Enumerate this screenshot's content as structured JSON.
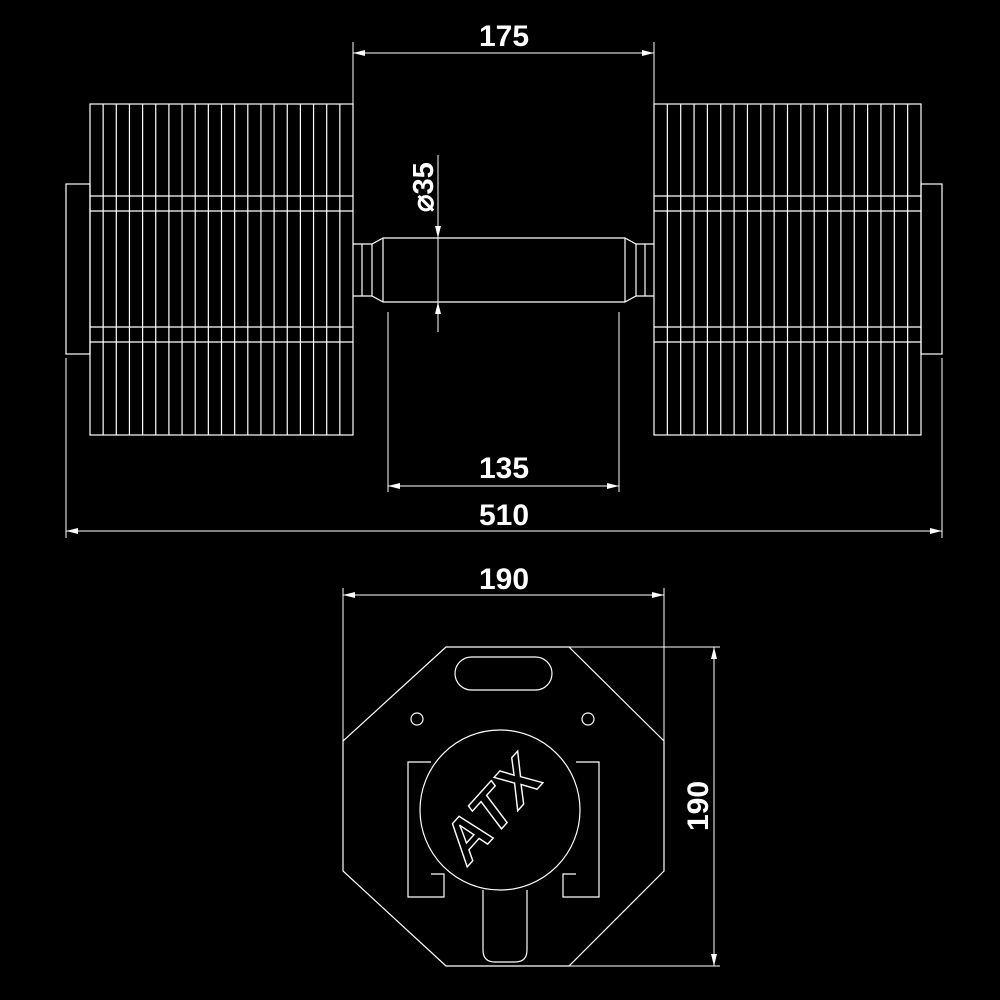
{
  "colors": {
    "background": "#000000",
    "line": "#ffffff"
  },
  "dimensions": {
    "handle_span": "175",
    "bar_diameter_symbol": "⌀",
    "bar_diameter": "35",
    "grip_length": "135",
    "overall_length": "510",
    "cradle_width": "190",
    "cradle_height": "190"
  },
  "logo": {
    "text": "ATX"
  }
}
